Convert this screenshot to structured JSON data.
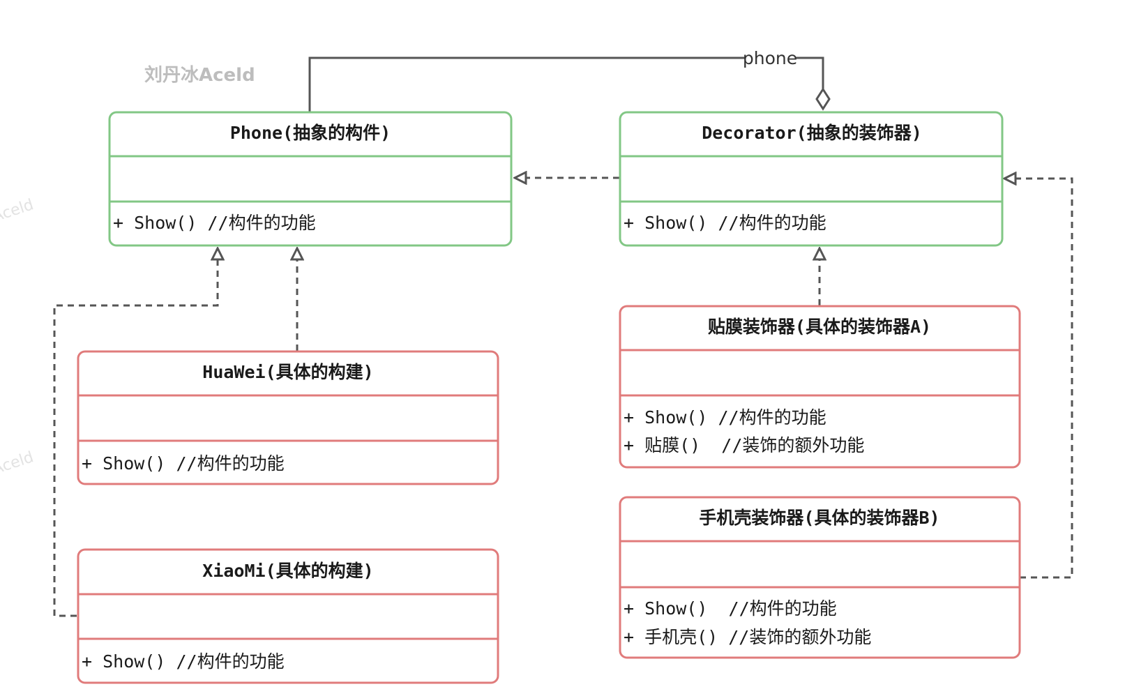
{
  "watermark": {
    "text": "刘丹冰Aceld",
    "faint_text": "Aceld"
  },
  "colors": {
    "abstract_border": "#82c785",
    "concrete_border": "#e07b7b",
    "line": "#555555"
  },
  "classes": {
    "phone": {
      "title": "Phone(抽象的构件)",
      "methods": [
        "+ Show() //构件的功能"
      ]
    },
    "decorator": {
      "title": "Decorator(抽象的装饰器)",
      "methods": [
        "+ Show() //构件的功能"
      ]
    },
    "huawei": {
      "title": "HuaWei(具体的构建)",
      "methods": [
        "+ Show() //构件的功能"
      ]
    },
    "xiaomi": {
      "title": "XiaoMi(具体的构建)",
      "methods": [
        "+ Show() //构件的功能"
      ]
    },
    "decorator_a": {
      "title": "贴膜装饰器(具体的装饰器A)",
      "methods": [
        "+ Show() //构件的功能",
        "+ 贴膜()  //装饰的额外功能"
      ]
    },
    "decorator_b": {
      "title": "手机壳装饰器(具体的装饰器B)",
      "methods": [
        "+ Show()  //构件的功能",
        "+ 手机壳() //装饰的额外功能"
      ]
    }
  },
  "relations": {
    "aggregation_label": "phone"
  }
}
